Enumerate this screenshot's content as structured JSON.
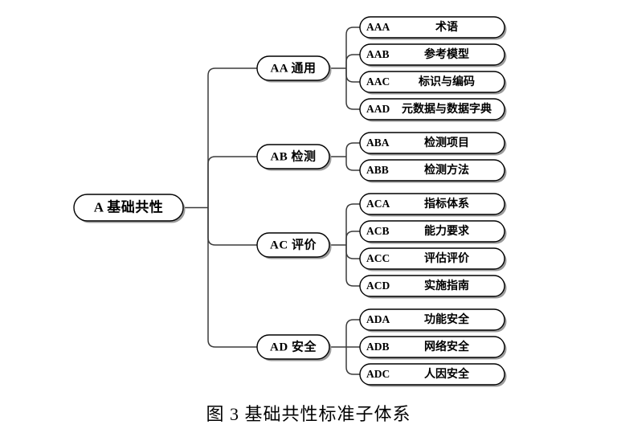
{
  "figure": {
    "caption": "图 3  基础共性标准子体系",
    "root": {
      "code": "A",
      "label": "基础共性",
      "text": "A  基础共性"
    },
    "colors": {
      "box_fill": "#ffffff",
      "box_stroke": "#000000",
      "shadow": "#9a9a9a",
      "connector": "#3b3b3b",
      "text": "#000000",
      "background": "#ffffff"
    },
    "branches": [
      {
        "code": "AA",
        "label": "通用",
        "text": "AA  通用",
        "leaves": [
          {
            "code": "AAA",
            "label": "术语"
          },
          {
            "code": "AAB",
            "label": "参考模型"
          },
          {
            "code": "AAC",
            "label": "标识与编码"
          },
          {
            "code": "AAD",
            "label": "元数据与数据字典"
          }
        ]
      },
      {
        "code": "AB",
        "label": "检测",
        "text": "AB  检测",
        "leaves": [
          {
            "code": "ABA",
            "label": "检测项目"
          },
          {
            "code": "ABB",
            "label": "检测方法"
          }
        ]
      },
      {
        "code": "AC",
        "label": "评价",
        "text": "AC  评价",
        "leaves": [
          {
            "code": "ACA",
            "label": "指标体系"
          },
          {
            "code": "ACB",
            "label": "能力要求"
          },
          {
            "code": "ACC",
            "label": "评估评价"
          },
          {
            "code": "ACD",
            "label": "实施指南"
          }
        ]
      },
      {
        "code": "AD",
        "label": "安全",
        "text": "AD  安全",
        "leaves": [
          {
            "code": "ADA",
            "label": "功能安全"
          },
          {
            "code": "ADB",
            "label": "网络安全"
          },
          {
            "code": "ADC",
            "label": "人因安全"
          }
        ]
      }
    ]
  }
}
